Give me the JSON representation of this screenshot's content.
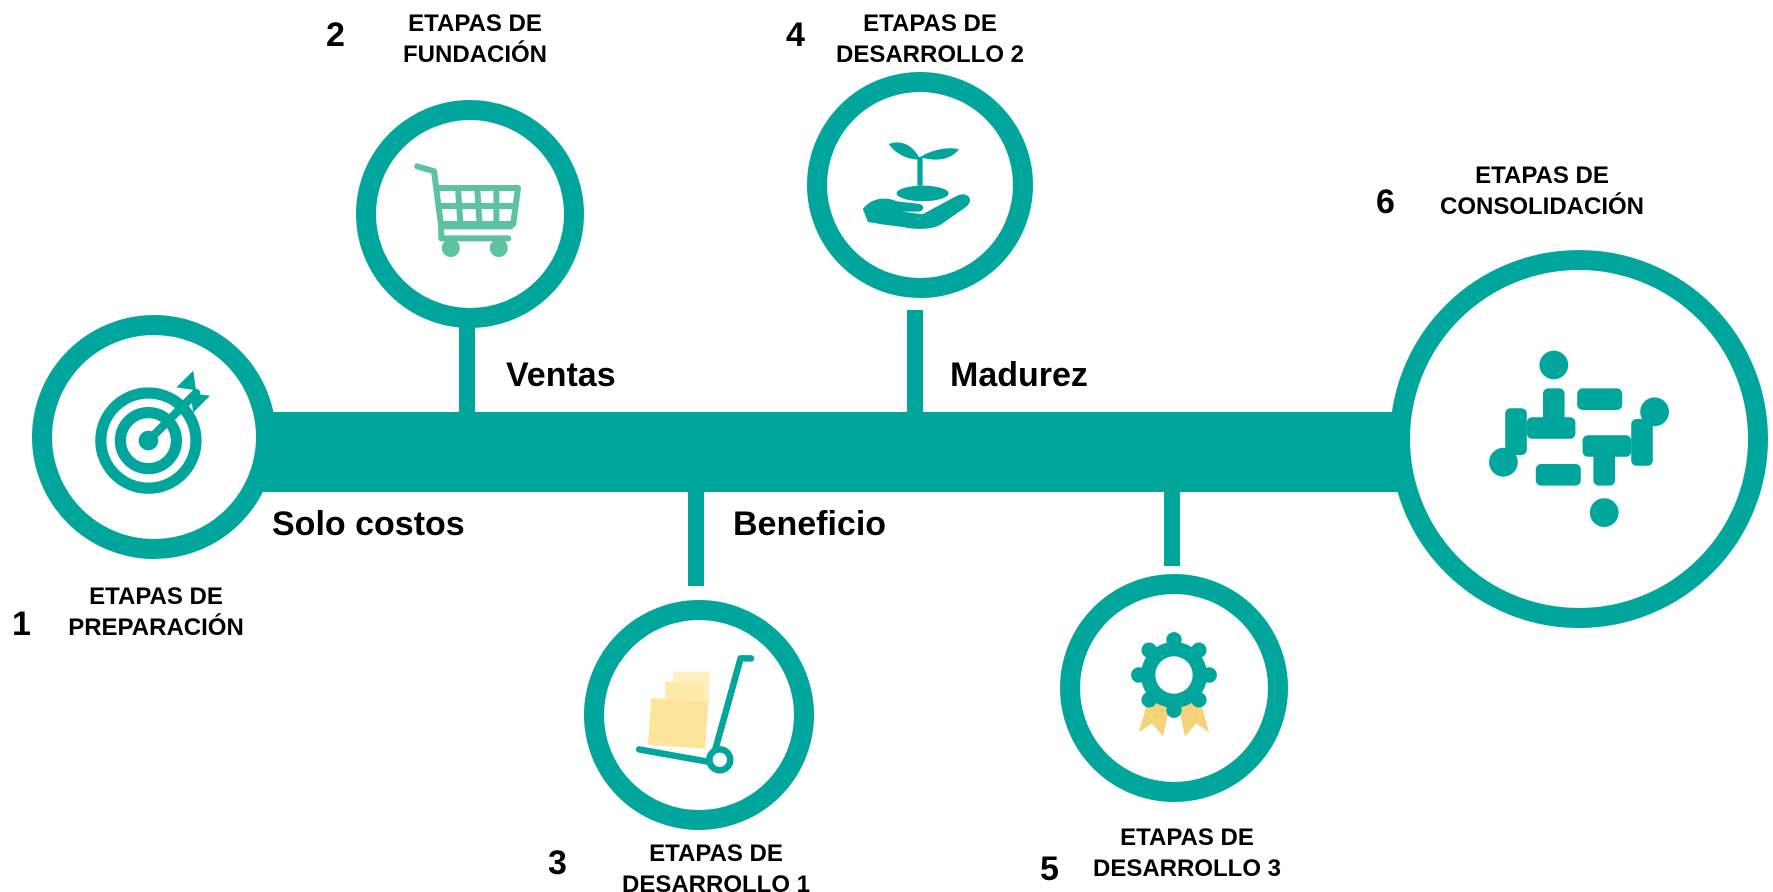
{
  "colors": {
    "teal": "#00a69c",
    "light_green": "#5cc2a0",
    "yellow": "#fde49b",
    "gold": "#f6d37a"
  },
  "phases": {
    "solo_costos": "Solo costos",
    "ventas": "Ventas",
    "beneficio": "Beneficio",
    "madurez": "Madurez"
  },
  "stages": [
    {
      "number": "1",
      "title_line1": "ETAPAS DE",
      "title_line2": "PREPARACIÓN",
      "icon": "target-icon"
    },
    {
      "number": "2",
      "title_line1": "ETAPAS DE",
      "title_line2": "FUNDACIÓN",
      "icon": "shopping-cart-icon"
    },
    {
      "number": "3",
      "title_line1": "ETAPAS DE",
      "title_line2": "DESARROLLO 1",
      "icon": "hand-truck-icon"
    },
    {
      "number": "4",
      "title_line1": "ETAPAS DE",
      "title_line2": "DESARROLLO 2",
      "icon": "plant-in-hand-icon"
    },
    {
      "number": "5",
      "title_line1": "ETAPAS DE",
      "title_line2": "DESARROLLO 3",
      "icon": "award-badge-icon"
    },
    {
      "number": "6",
      "title_line1": "ETAPAS DE",
      "title_line2": "CONSOLIDACIÓN",
      "icon": "team-collaboration-icon"
    }
  ]
}
